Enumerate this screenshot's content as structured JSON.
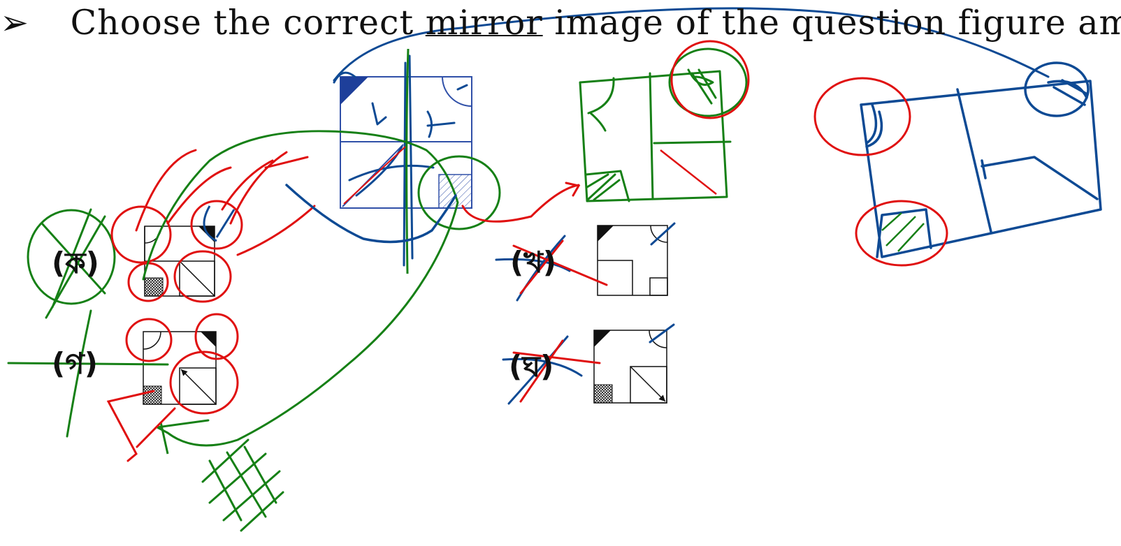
{
  "question": {
    "bullet": "➢",
    "text_before": "Choose the correct ",
    "underlined": "mirror",
    "text_after": " image of the question figure amor"
  },
  "options": [
    {
      "id": "ka",
      "label": "(ক)"
    },
    {
      "id": "kha",
      "label": "(খ)"
    },
    {
      "id": "ga",
      "label": "(গ)"
    },
    {
      "id": "gha",
      "label": "(ঘ)"
    }
  ],
  "colors": {
    "green": "#168016",
    "red": "#e01010",
    "blue": "#0e4a94",
    "figure_blue": "#3050a8",
    "black": "#111111"
  }
}
